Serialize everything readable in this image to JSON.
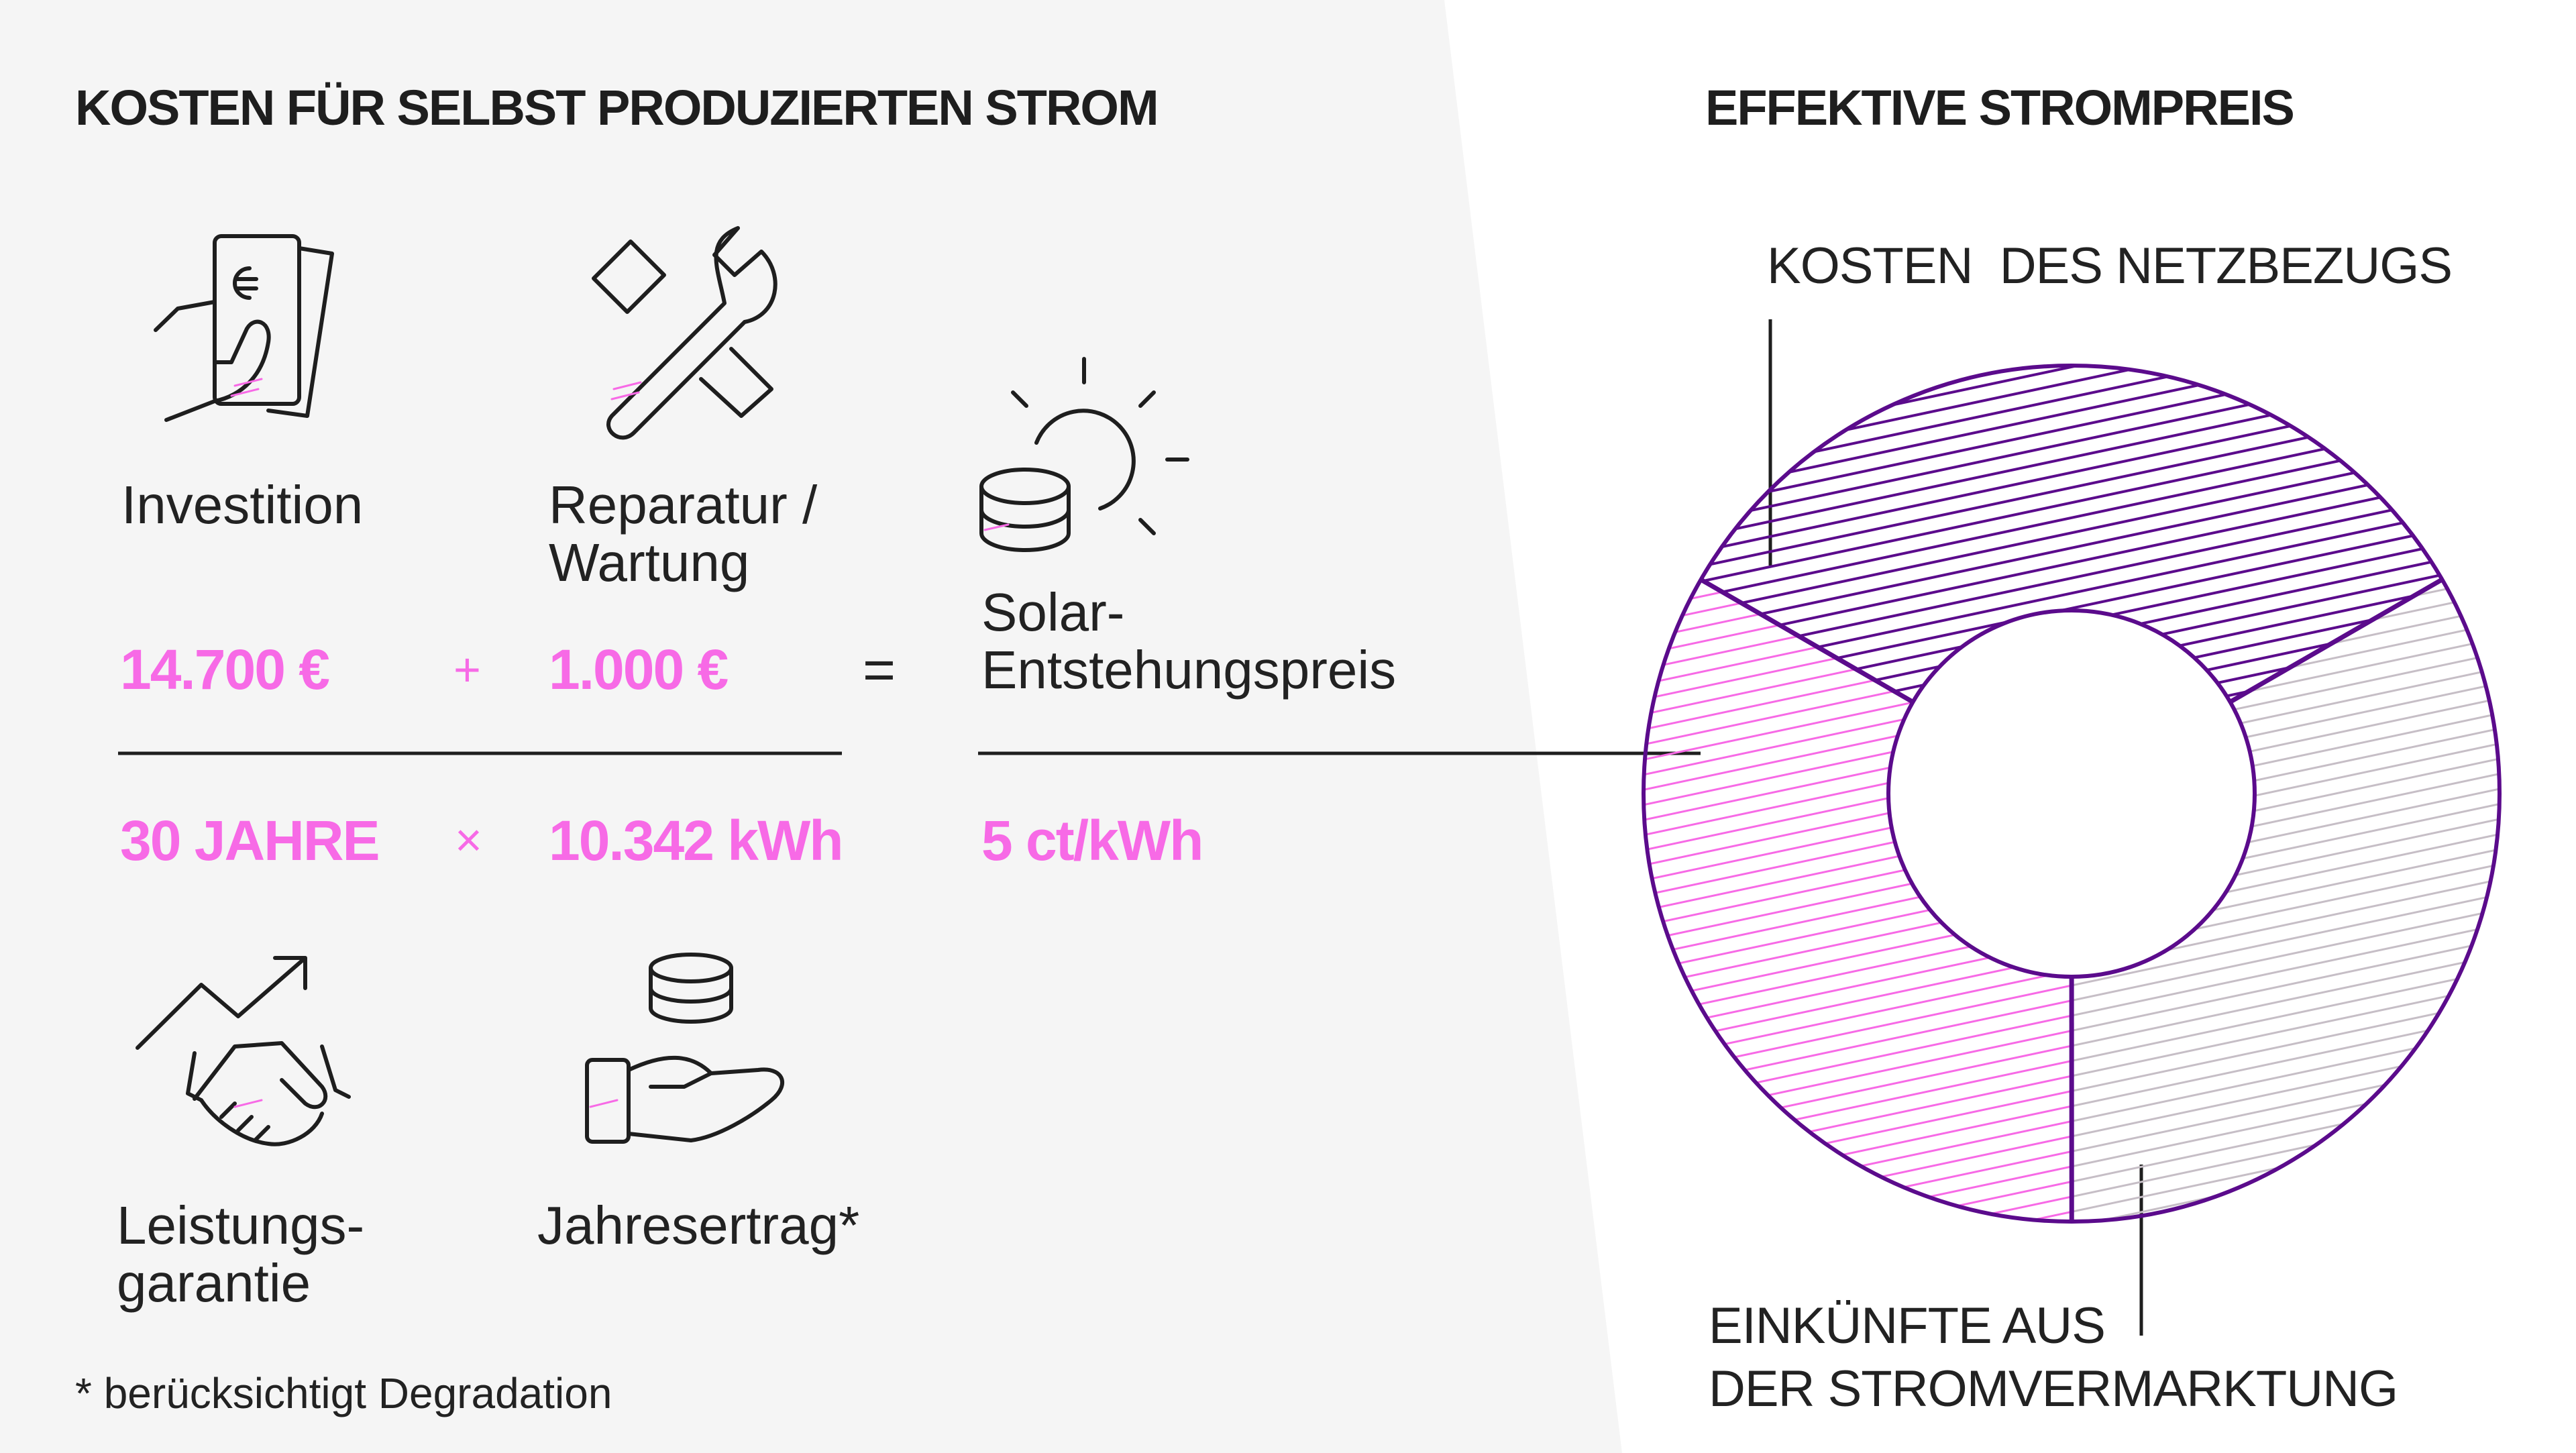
{
  "left": {
    "title": "KOSTEN FÜR SELBST PRODUZIERTEN STROM",
    "investition": {
      "label": "Investition",
      "value": "14.700 €"
    },
    "reparatur": {
      "label_line1": "Reparatur /",
      "label_line2": "Wartung",
      "value": "1.000 €"
    },
    "plus": "+",
    "equals": "=",
    "times": "×",
    "garantie": {
      "label_line1": "Leistungs-",
      "label_line2": "garantie",
      "value": "30 JAHRE"
    },
    "ertrag": {
      "label": "Jahresertrag*",
      "value": "10.342 kWh"
    },
    "result": {
      "label_line1": "Solar-",
      "label_line2": "Entstehungspreis",
      "value": "5 ct/kWh"
    },
    "footnote": "* berücksichtigt Degradation"
  },
  "right": {
    "title": "EFFEKTIVE STROMPREIS",
    "netzbezug_label": "KOSTEN  DES NETZBEZUGS",
    "einkuenfte_line1": "EINKÜNFTE AUS",
    "einkuenfte_line2": "DER STROMVERMARKTUNG",
    "segments": [
      {
        "name": "netzbezug",
        "share": 0.3333,
        "color": "#5b0b8c"
      },
      {
        "name": "einkuenfte",
        "share": 0.3333,
        "color": "#c6bec6"
      },
      {
        "name": "solar",
        "share": 0.3333,
        "color": "#f76ae6"
      }
    ]
  },
  "colors": {
    "accent": "#f76ae6",
    "purple": "#5b0b8c",
    "text": "#1e1e1e",
    "panel": "#f5f5f5"
  }
}
